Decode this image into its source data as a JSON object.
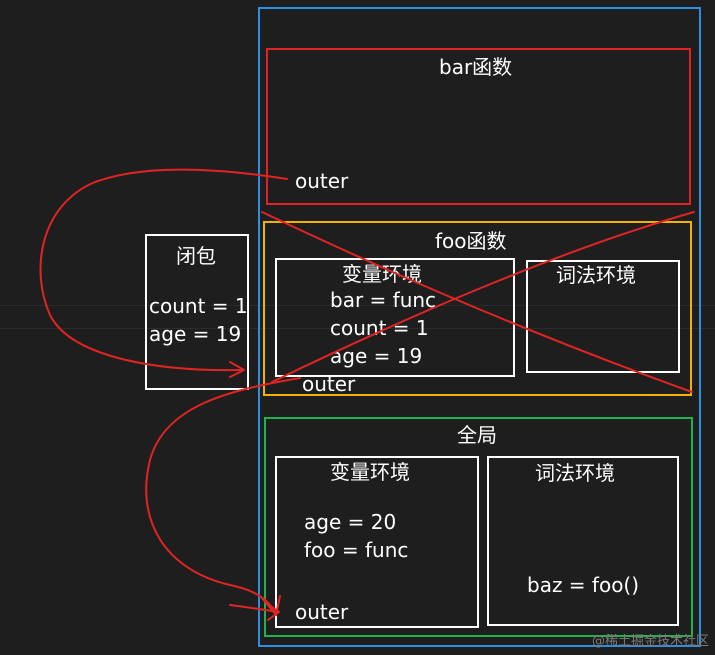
{
  "colors": {
    "background": "#1e1e1e",
    "outer_frame": "#2e8fe0",
    "bar": "#e02424",
    "foo": "#f0b400",
    "global": "#22b14c",
    "box_white": "#ffffff",
    "annotation": "#e02424"
  },
  "closure": {
    "title": "闭包",
    "line1": "count = 1",
    "line2": "age = 19"
  },
  "bar": {
    "title": "bar函数",
    "outer": "outer"
  },
  "foo": {
    "title": "foo函数",
    "var_env_title": "变量环境",
    "var_line1": "bar = func",
    "var_line2": "count = 1",
    "var_line3": "age = 19",
    "lex_env_title": "词法环境",
    "outer": "outer"
  },
  "global": {
    "title": "全局",
    "var_env_title": "变量环境",
    "var_line1": "age = 20",
    "var_line2": "foo = func",
    "outer": "outer",
    "lex_env_title": "词法环境",
    "lex_line1": "baz = foo()"
  },
  "watermark": "@稀土掘金技术社区"
}
